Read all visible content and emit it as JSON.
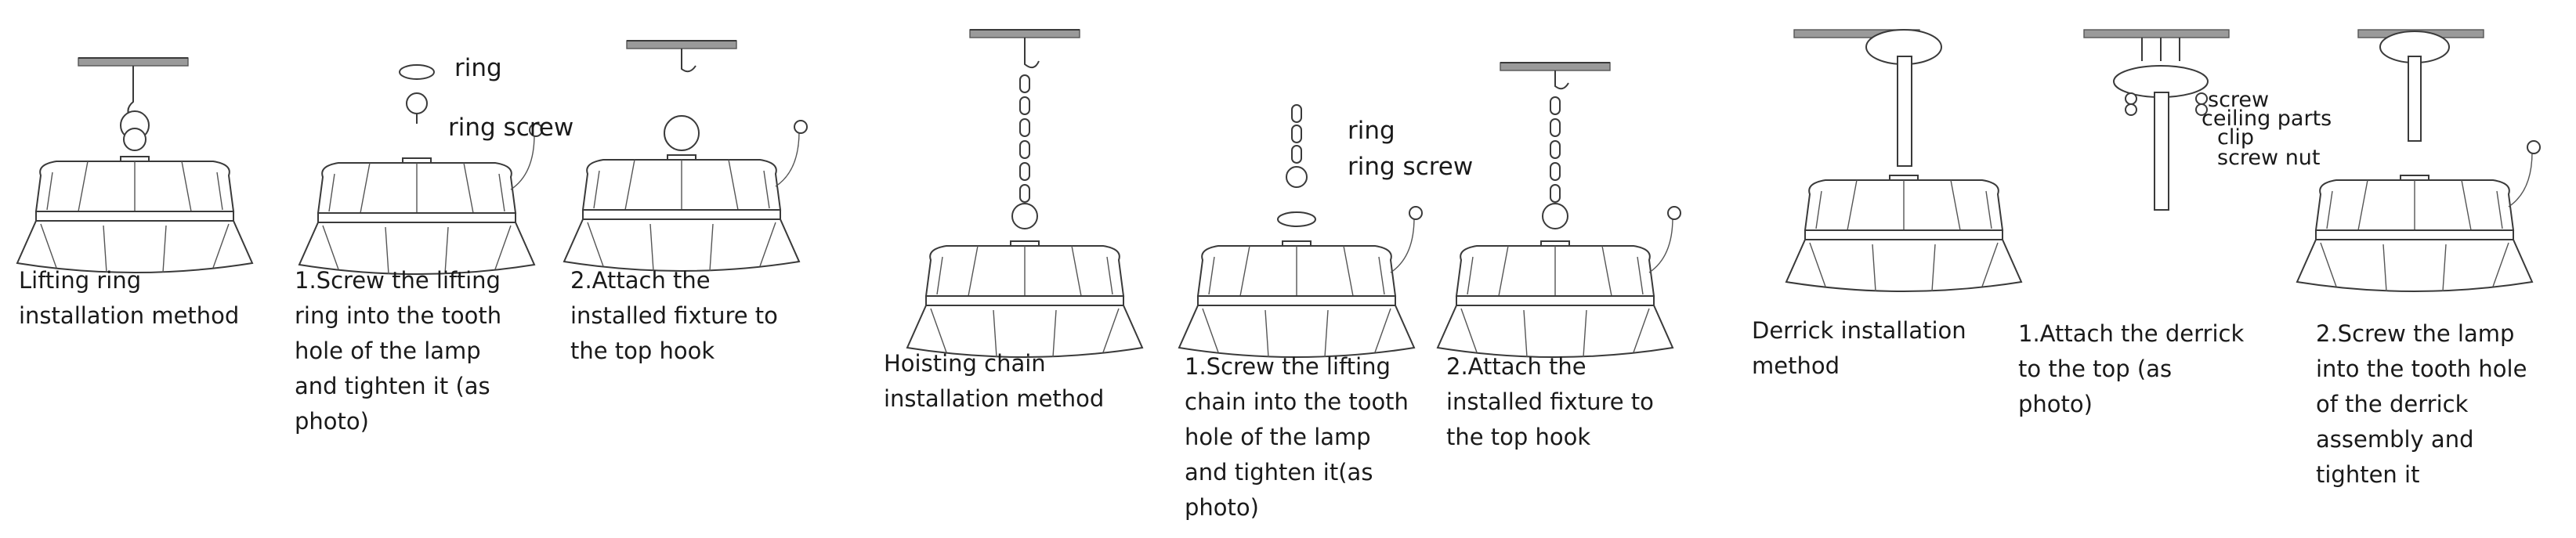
{
  "captions": {
    "ring_method": "Lifting ring\ninstallation method",
    "ring_step1": "1.Screw the lifting\nring into the tooth\nhole of the lamp\nand tighten it (as\nphoto)",
    "ring_step2": "2.Attach the\ninstalled fixture to\nthe top hook",
    "chain_method": "Hoisting chain\ninstallation method",
    "chain_step1": "1.Screw the lifting\nchain into the tooth\nhole of the lamp\nand tighten it(as\nphoto)",
    "chain_step2": "2.Attach the\ninstalled fixture to\nthe top hook",
    "derrick_method": "Derrick installation\nmethod",
    "derrick_step1": "1.Attach the derrick\nto the top (as\nphoto)",
    "derrick_step2": "2.Screw the lamp\ninto the tooth hole\nof the derrick\nassembly and\ntighten it"
  },
  "labels": {
    "ring": "ring",
    "ring_screw": "ring screw",
    "chain_ring": "ring",
    "chain_ring_screw": "ring screw",
    "screw": "screw",
    "ceiling_parts": "ceiling parts",
    "clip": "clip",
    "screw_nut": "screw nut"
  }
}
